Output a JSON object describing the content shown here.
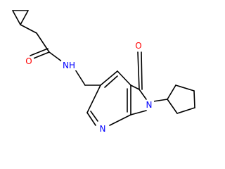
{
  "colors": {
    "background": "#ffffff",
    "bond": "#000000",
    "oxygen": "#ff0000",
    "nitrogen": "#0000ff"
  },
  "atoms": {
    "amide_oxygen": {
      "symbol": "O",
      "color": "#ff0000"
    },
    "amide_nitrogen": {
      "symbol": "NH",
      "color": "#0000ff"
    },
    "lactam_oxygen": {
      "symbol": "O",
      "color": "#ff0000"
    },
    "lactam_nitrogen": {
      "symbol": "N",
      "color": "#0000ff"
    },
    "pyridine_nitrogen": {
      "symbol": "N",
      "color": "#0000ff"
    }
  }
}
